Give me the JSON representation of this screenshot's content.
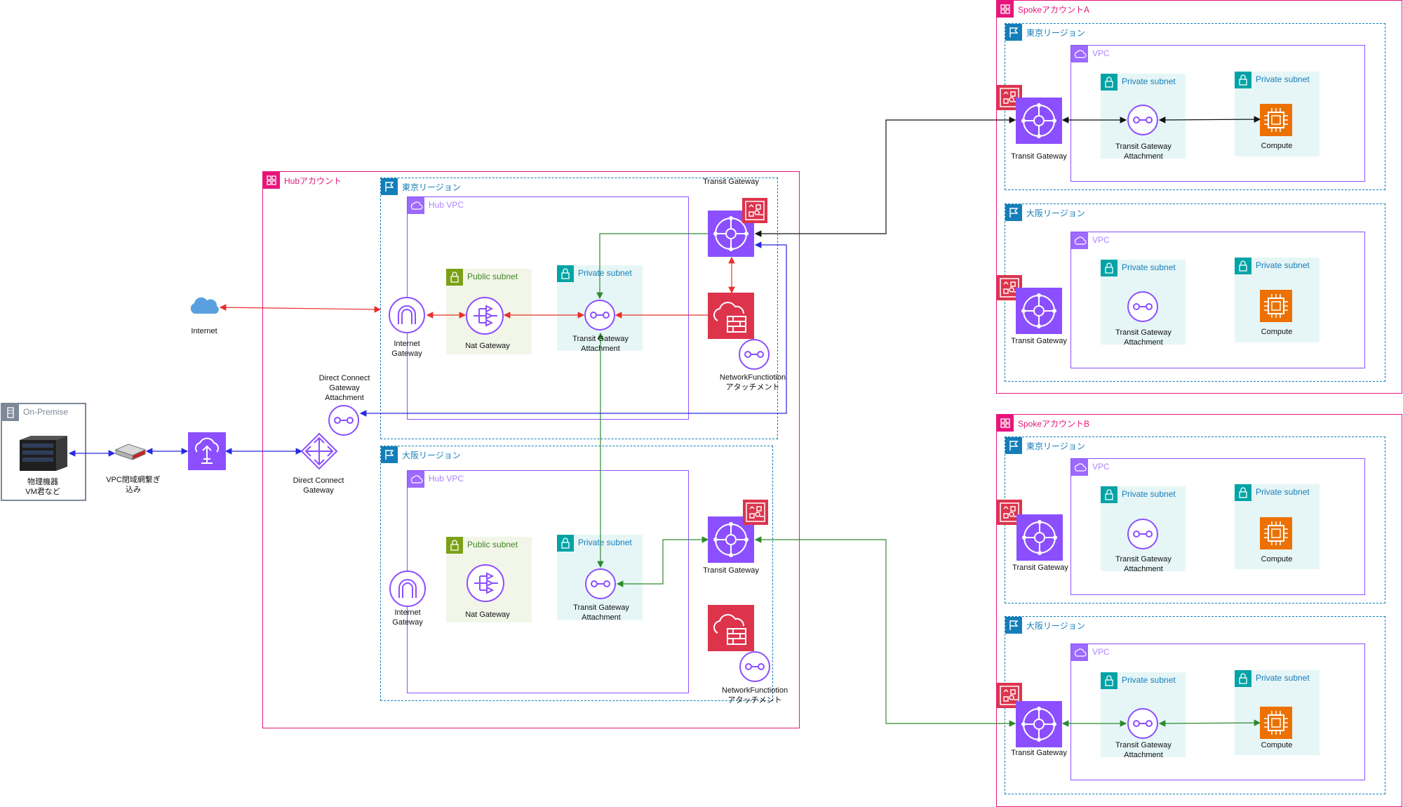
{
  "accounts": {
    "hub": "Hubアカウント",
    "spoke_a": "SpokeアカウントA",
    "spoke_b": "SpokeアカウントB"
  },
  "regions": {
    "tokyo": "東京リージョン",
    "osaka": "大阪リージョン"
  },
  "vpcs": {
    "hub_vpc": "Hub VPC",
    "vpc": "VPC"
  },
  "subnets": {
    "public": "Public subnet",
    "private": "Private subnet"
  },
  "onprem": {
    "title": "On-Premise",
    "device_line1": "物理機器",
    "device_line2": "VM君など",
    "router_line1": "VPC閉域網繋ぎ",
    "router_line2": "込み"
  },
  "labels": {
    "internet": "Internet",
    "igw_line1": "Internet",
    "igw_line2": "Gateway",
    "nat": "Nat Gateway",
    "tgwa_line1": "Transit Gateway",
    "tgwa_line2": "Attachment",
    "tgw": "Transit Gateway",
    "nf_line1": "NetworkFunctiotion",
    "nf_line2": "アタッチメント",
    "nf2_line1": "NetworkFunctiotion",
    "nf2_line2": "アタッチメント",
    "dcg_line1": "Direct Connect",
    "dcg_line2": "Gateway",
    "dcga_line1": "Direct Connect",
    "dcga_line2": "Gateway",
    "dcga_line3": "Attachment",
    "compute": "Compute"
  },
  "colors": {
    "account_border": "#e7157b",
    "region_border": "#147eba",
    "vpc_border": "#8c4fff",
    "public_fill": "#f2f6e8",
    "private_fill": "#e6f6f7",
    "networking_purple": "#8c4fff",
    "firewall_red": "#dd344c",
    "compute_orange": "#ed7100",
    "flow_red": "#e8302b",
    "flow_green": "#2d8a2d",
    "flow_blue": "#2828e0",
    "flow_black": "#111111"
  }
}
